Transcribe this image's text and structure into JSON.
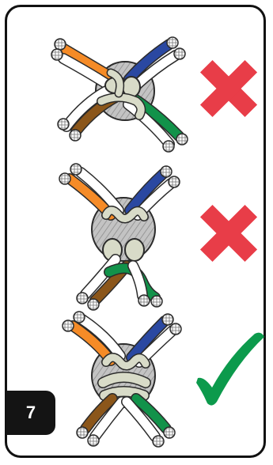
{
  "step_badge": {
    "number": "7"
  },
  "colors": {
    "orange": "#f58b27",
    "blue": "#2a48a1",
    "brown": "#8b561a",
    "green": "#12924a",
    "wire_white": "#ffffff",
    "jacket": "#d8dbc8",
    "core": "#b9b9b9",
    "outline": "#2b2b2b",
    "cross_red": "#e83d48",
    "check_green": "#0c9a4c"
  },
  "diagrams": [
    {
      "id": "knot-1",
      "verdict": "incorrect",
      "mark_icon": "cross-icon"
    },
    {
      "id": "knot-2",
      "verdict": "incorrect",
      "mark_icon": "cross-icon"
    },
    {
      "id": "knot-3",
      "verdict": "correct",
      "mark_icon": "checkmark-icon"
    }
  ]
}
